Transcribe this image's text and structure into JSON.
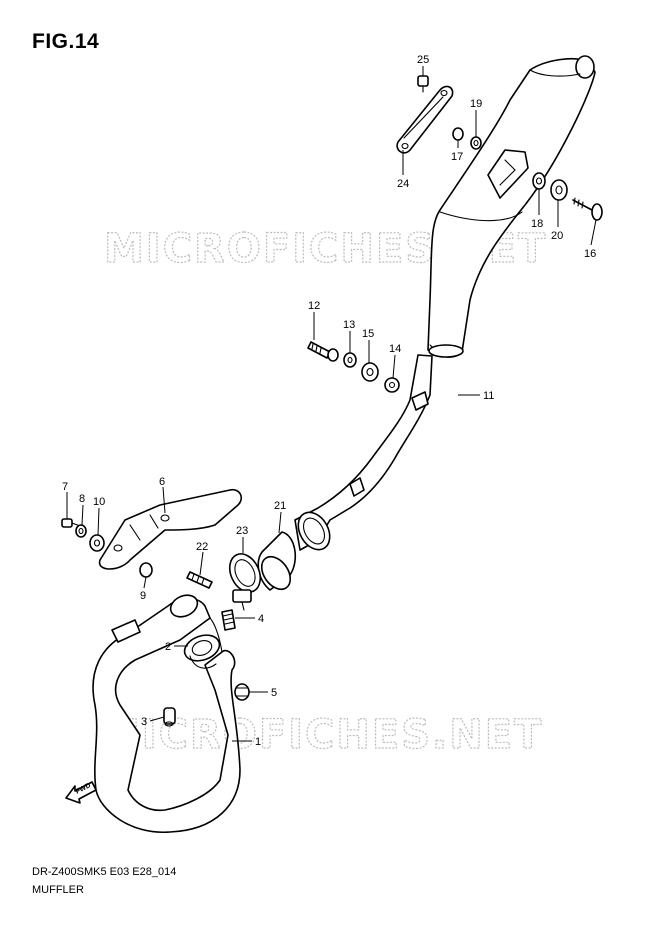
{
  "figure": {
    "title": "FIG.14",
    "code": "DR-Z400SMK5 E03 E28_014",
    "section": "MUFFLER"
  },
  "watermark": {
    "text": "MICROFICHES.NET"
  },
  "fwd_icon": {
    "label": "FWD"
  },
  "callouts": [
    {
      "id": "c25",
      "label": "25"
    },
    {
      "id": "c19",
      "label": "19"
    },
    {
      "id": "c17",
      "label": "17"
    },
    {
      "id": "c24",
      "label": "24"
    },
    {
      "id": "c18",
      "label": "18"
    },
    {
      "id": "c20",
      "label": "20"
    },
    {
      "id": "c16",
      "label": "16"
    },
    {
      "id": "c12",
      "label": "12"
    },
    {
      "id": "c13",
      "label": "13"
    },
    {
      "id": "c15",
      "label": "15"
    },
    {
      "id": "c14",
      "label": "14"
    },
    {
      "id": "c11",
      "label": "11"
    },
    {
      "id": "c7",
      "label": "7"
    },
    {
      "id": "c8",
      "label": "8"
    },
    {
      "id": "c10",
      "label": "10"
    },
    {
      "id": "c6",
      "label": "6"
    },
    {
      "id": "c21",
      "label": "21"
    },
    {
      "id": "c23",
      "label": "23"
    },
    {
      "id": "c22",
      "label": "22"
    },
    {
      "id": "c9",
      "label": "9"
    },
    {
      "id": "c4",
      "label": "4"
    },
    {
      "id": "c2",
      "label": "2"
    },
    {
      "id": "c5",
      "label": "5"
    },
    {
      "id": "c3",
      "label": "3"
    },
    {
      "id": "c1",
      "label": "1"
    }
  ]
}
